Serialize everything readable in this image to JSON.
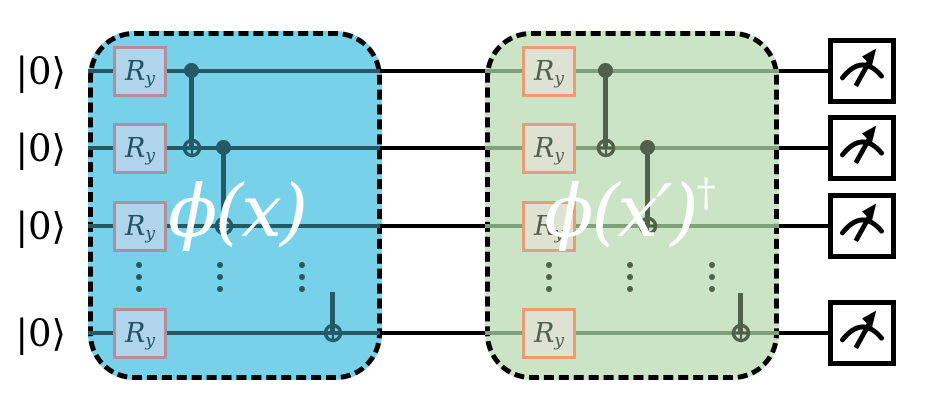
{
  "circuit": {
    "qubit_labels": [
      "|0⟩",
      "|0⟩",
      "|0⟩",
      "|0⟩"
    ],
    "feature_map": {
      "label": "ϕ(x)",
      "gate_label": "R",
      "gate_label_sub": "y",
      "background_color": "#77d1e9",
      "gate_fill_color": "#b0d5ea",
      "gate_border_color": "#b18e9b",
      "wire_color": "#235a66"
    },
    "inverse_feature_map": {
      "label": "ϕ(x′)",
      "label_sup": "†",
      "gate_label": "R",
      "gate_label_sub": "y",
      "background_color": "#cbe4c6",
      "gate_fill_color": "#dde2d1",
      "gate_border_color": "#e99d77",
      "wire_color": "#7fa07b",
      "accent_color": "#50614a"
    },
    "outer_wire_color": "#000000",
    "block_border_color": "#000000"
  }
}
